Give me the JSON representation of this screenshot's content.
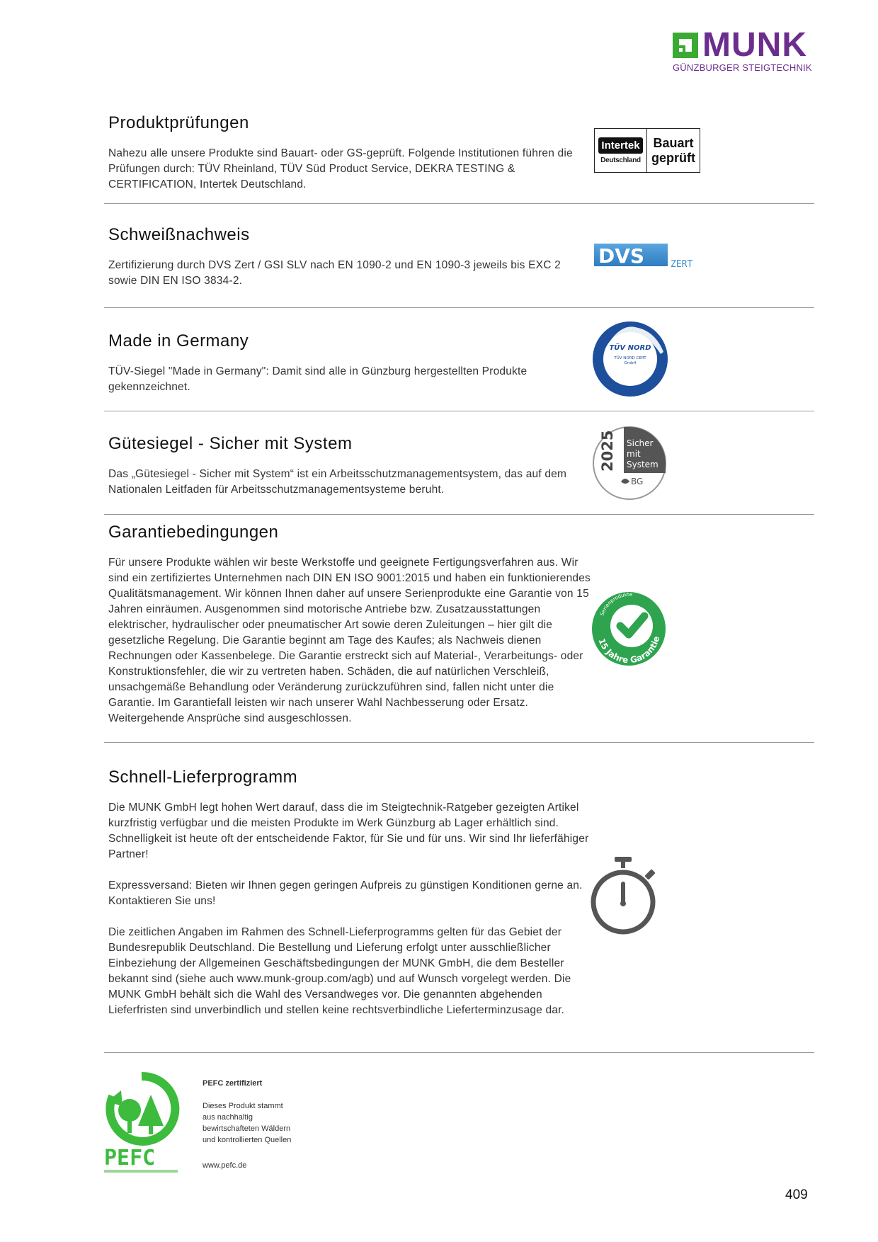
{
  "header": {
    "brand": "MUNK",
    "tagline": "GÜNZBURGER STEIGTECHNIK",
    "brand_color": "#6b2d8e",
    "mark_color": "#3aaa35"
  },
  "sections": [
    {
      "title": "Produktprüfungen",
      "paragraphs": [
        "Nahezu alle unsere Produkte sind Bauart- oder GS-geprüft. Folgende Institutionen führen die Prüfungen durch: TÜV Rheinland, TÜV Süd Product Service, DEKRA TESTING & CERTIFICATION, Intertek Deutschland."
      ]
    },
    {
      "title": "Schweißnachweis",
      "paragraphs": [
        "Zertifizierung durch DVS Zert / GSI SLV nach EN 1090-2 und EN 1090-3 jeweils bis EXC 2 sowie DIN EN ISO 3834-2."
      ]
    },
    {
      "title": "Made in Germany",
      "paragraphs": [
        "TÜV-Siegel \"Made in Germany\": Damit sind alle in Günzburg hergestellten Produkte gekennzeichnet."
      ]
    },
    {
      "title": "Gütesiegel - Sicher mit System",
      "paragraphs": [
        "Das „Gütesiegel - Sicher mit System“ ist ein Arbeitsschutzmanagementsystem, das auf dem Nationalen Leitfaden für Arbeitsschutzmanagementsysteme beruht."
      ]
    },
    {
      "title": "Garantiebedingungen",
      "paragraphs": [
        "Für unsere Produkte wählen wir beste Werkstoffe und geeignete Fertigungsverfahren aus. Wir sind ein zertifiziertes Unternehmen nach DIN EN ISO 9001:2015 und haben ein funktionierendes Qualitätsmanagement. Wir können Ihnen daher auf unsere Serienprodukte eine Garantie von 15 Jahren einräumen. Ausgenommen sind motorische Antriebe bzw. Zusatzausstattungen elektrischer, hydraulischer oder pneumatischer Art sowie deren Zuleitungen – hier gilt die gesetzliche Regelung. Die Garantie beginnt am Tage des Kaufes; als Nachweis dienen Rechnungen oder Kassenbelege. Die Garantie erstreckt sich auf Material-, Verarbeitungs- oder Konstruktionsfehler, die wir zu vertreten haben. Schäden, die auf natürlichen Verschleiß, unsachgemäße Behandlung oder Veränderung zurückzuführen sind, fallen nicht unter die Garantie. Im Garantiefall leisten wir nach unserer Wahl Nachbesserung oder Ersatz. Weitergehende Ansprüche sind ausgeschlossen."
      ]
    },
    {
      "title": "Schnell-Lieferprogramm",
      "paragraphs": [
        "Die MUNK GmbH legt hohen Wert darauf, dass die im Steigtechnik-Ratgeber gezeigten Artikel kurzfristig verfügbar und die meisten Produkte im Werk Günzburg ab Lager erhältlich sind. Schnelligkeit ist heute oft der entscheidende Faktor, für Sie und für uns. Wir sind Ihr lieferfähiger Partner!",
        "Expressversand: Bieten wir Ihnen gegen geringen Aufpreis zu günstigen Konditionen gerne an. Kontaktieren Sie uns!",
        "Die zeitlichen Angaben im Rahmen des Schnell-Lieferprogramms gelten für das Gebiet der Bundesrepublik Deutschland. Die Bestellung und Lieferung erfolgt unter ausschließlicher Einbeziehung der Allgemeinen Geschäftsbedingungen der MUNK GmbH, die dem Besteller bekannt sind (siehe auch www.munk-group.com/agb) und auf Wunsch vorgelegt werden. Die MUNK GmbH behält sich die Wahl des Versandweges vor. Die genannten abgehenden Lieferfristen sind unverbindlich und stellen keine rechtsverbindliche Lieferterminzusage dar."
      ]
    }
  ],
  "badges": {
    "intertek": {
      "name": "Intertek",
      "country": "Deutschland",
      "line1": "Bauart",
      "line2": "geprüft"
    },
    "dvs": {
      "letters": "DVS",
      "suffix": "ZERT",
      "color": "#3f8fd0"
    },
    "tuv": {
      "brand": "TÜV NORD",
      "cert": "TÜV NORD CERT",
      "gmbh": "GmbH",
      "ring": "Made in Germany",
      "color": "#1d4f9c"
    },
    "seal": {
      "year": "2025",
      "line1": "Sicher",
      "line2": "mit",
      "line3": "System",
      "org": "BG"
    },
    "guarantee": {
      "top": "Serienprodukte",
      "bottom": "15 Jahre Garantie",
      "color": "#2ea44f"
    },
    "stopwatch": {
      "icon": "stopwatch-icon"
    }
  },
  "pefc": {
    "logo": "PEFC",
    "heading": "PEFC zertifiziert",
    "lines": [
      "Dieses Produkt stammt",
      "aus nachhaltig",
      "bewirtschafteten Wäldern",
      "und kontrollierten Quellen"
    ],
    "url": "www.pefc.de",
    "color": "#3dbb3d"
  },
  "page_number": "409"
}
